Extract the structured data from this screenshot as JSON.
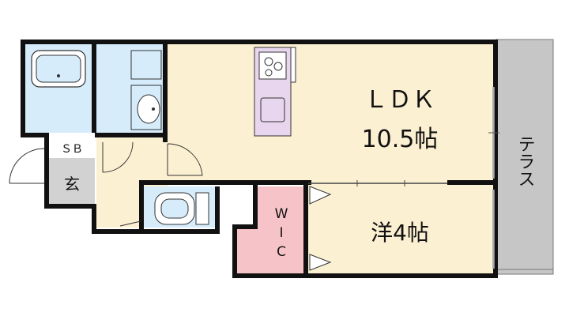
{
  "rooms": {
    "ldk_name": "ＬＤＫ",
    "ldk_size": "10.5帖",
    "western_room": "洋4帖",
    "wic_line1": "W",
    "wic_line2": "I",
    "wic_line3": "C",
    "storage": "ＳＢ",
    "entrance": "玄",
    "terrace": "テラス"
  },
  "colors": {
    "ldk_floor": "#fcf0d2",
    "wet_area": "#d6ecfb",
    "wic": "#f6c4c8",
    "terrace": "#c6c6c6",
    "entrance": "#d2d2d2",
    "kitchen_counter": "#e8d6ee",
    "wall": "#111111"
  },
  "icons": [
    "bathtub-icon",
    "washbasin-icon",
    "stove-icon",
    "sink-icon",
    "toilet-icon"
  ]
}
